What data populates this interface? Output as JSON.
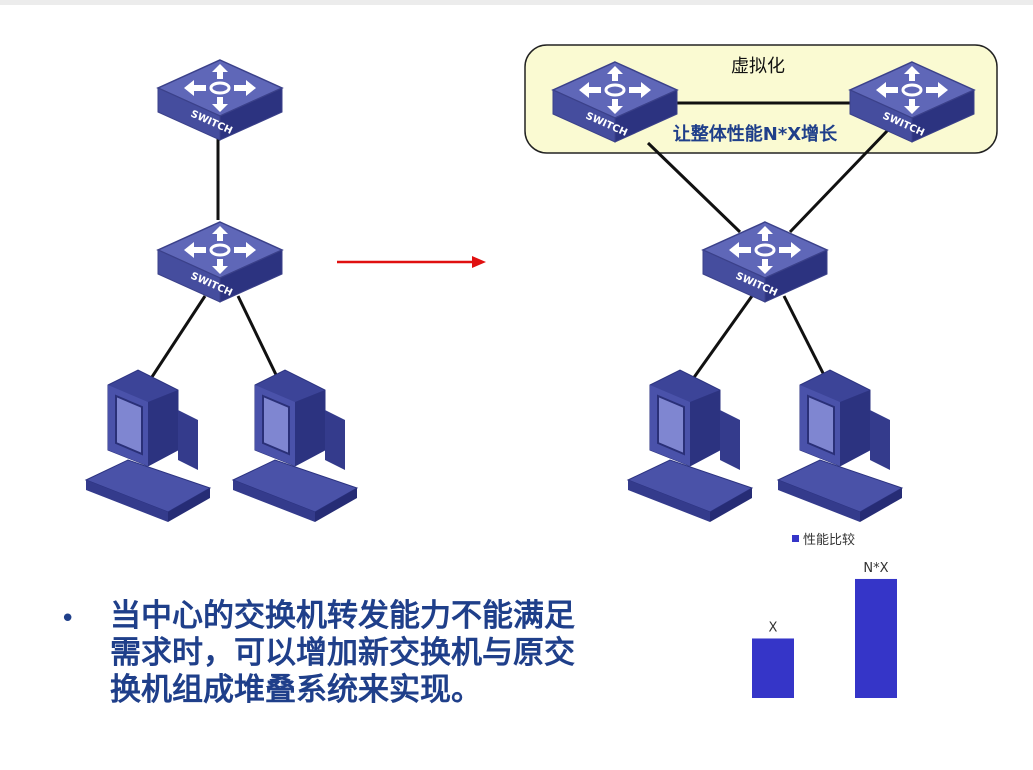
{
  "left_network": {
    "switch_labels": [
      "SWITCH",
      "SWITCH"
    ]
  },
  "right_network": {
    "virtualization_label": "虚拟化",
    "performance_caption": "让整体性能N*X增长",
    "switch_labels": [
      "SWITCH",
      "SWITCH",
      "SWITCH"
    ]
  },
  "bullet": {
    "text": "当中心的交换机转发能力不能满足需求时，可以增加新交换机与原交换机组成堆叠系统来实现。"
  },
  "colors": {
    "arrow": "#e01010",
    "bar": "#3535c8",
    "virtual_box_fill": "#fafad2",
    "text_blue": "#1f3f8a"
  },
  "chart_data": {
    "type": "bar",
    "categories": [
      "X",
      "N*X"
    ],
    "values": [
      1,
      2
    ],
    "legend": "性能比较",
    "ylim": [
      0,
      2.1
    ],
    "grid": false,
    "legend_position": "top-left"
  }
}
